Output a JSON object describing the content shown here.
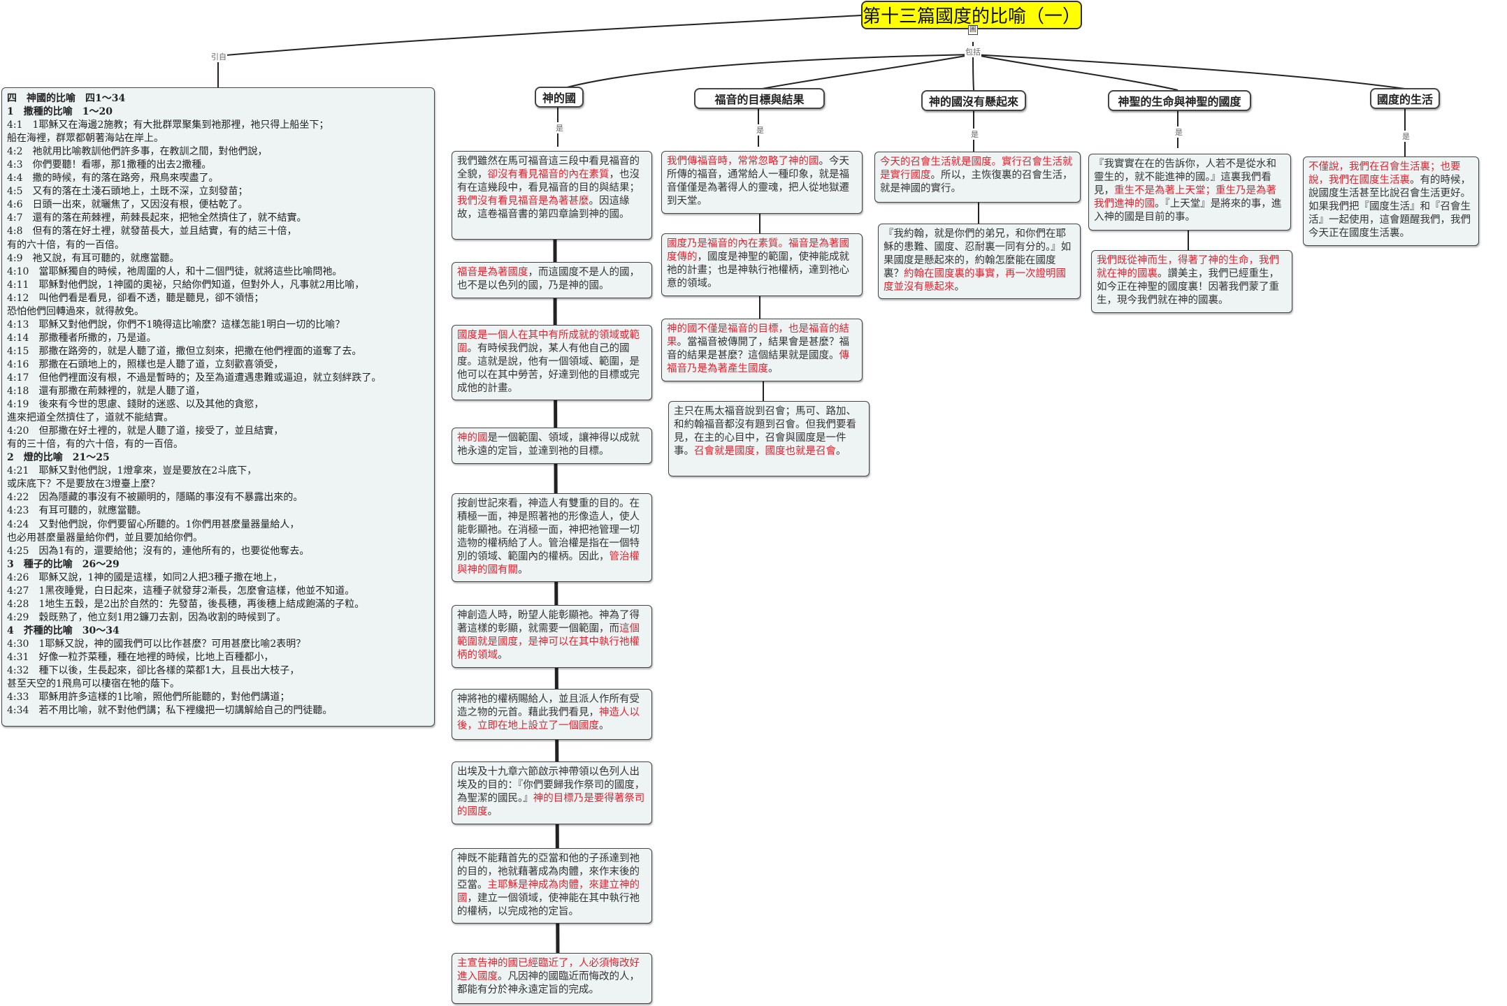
{
  "root": {
    "title": "第十三篇國度的比喻（一）",
    "expander": "圖"
  },
  "labels": {
    "cite": "引自",
    "includes": "包括",
    "is": "是"
  },
  "reference": [
    {
      "t": "四　神國的比喻　四1～34",
      "h": true
    },
    {
      "t": "1　撒種的比喻　1～20",
      "h": true
    },
    {
      "t": "4:1　1耶穌又在海邊2施教；有大批群眾聚集到祂那裡，祂只得上船坐下；"
    },
    {
      "t": "船在海裡，群眾都朝著海站在岸上。"
    },
    {
      "t": "4:2　祂就用比喻教訓他們許多事，在教訓之間，對他們說，"
    },
    {
      "t": "4:3　你們要聽！看哪，那1撒種的出去2撒種。"
    },
    {
      "t": "4:4　撒的時候，有的落在路旁，飛鳥來喫盡了。"
    },
    {
      "t": "4:5　又有的落在土淺石頭地上，土既不深，立刻發苗；"
    },
    {
      "t": "4:6　日頭一出來，就曬焦了，又因沒有根，便枯乾了。"
    },
    {
      "t": "4:7　還有的落在荊棘裡，荊棘長起來，把牠全然擠住了，就不結實。"
    },
    {
      "t": "4:8　但有的落在好土裡，就發苗長大，並且結實，有的結三十倍，"
    },
    {
      "t": "有的六十倍，有的一百倍。"
    },
    {
      "t": "4:9　祂又說，有耳可聽的，就應當聽。"
    },
    {
      "t": "4:10　當耶穌獨自的時候，祂周圍的人，和十二個門徒，就將這些比喻問祂。"
    },
    {
      "t": "4:11　耶穌對他們說，1神國的奧祕，只給你們知道，但對外人，凡事就2用比喻，"
    },
    {
      "t": "4:12　叫他們看是看見，卻看不透，聽是聽見，卻不領悟；"
    },
    {
      "t": "恐怕他們回轉過來，就得赦免。"
    },
    {
      "t": "4:13　耶穌又對他們說，你們不1曉得這比喻麼？這樣怎能1明白一切的比喻？"
    },
    {
      "t": "4:14　那撒種者所撒的，乃是道。"
    },
    {
      "t": "4:15　那撒在路旁的，就是人聽了道，撒但立刻來，把撒在他們裡面的道奪了去。"
    },
    {
      "t": "4:16　那撒在石頭地上的，照樣也是人聽了道，立刻歡喜領受，"
    },
    {
      "t": "4:17　但他們裡面沒有根，不過是暫時的；及至為道遭遇患難或逼迫，就立刻絆跌了。"
    },
    {
      "t": "4:18　還有那撒在荊棘裡的，就是人聽了道，"
    },
    {
      "t": "4:19　後來有今世的思慮、錢財的迷惑、以及其他的貪慾，"
    },
    {
      "t": "進來把道全然擠住了，道就不能結實。"
    },
    {
      "t": "4:20　但那撒在好土裡的，就是人聽了道，接受了，並且結實，"
    },
    {
      "t": "有的三十倍，有的六十倍，有的一百倍。"
    },
    {
      "t": "2　燈的比喻　21～25",
      "h": true
    },
    {
      "t": "4:21　耶穌又對他們說，1燈拿來，豈是要放在2斗底下，"
    },
    {
      "t": "或床底下？不是要放在3燈臺上麼？"
    },
    {
      "t": "4:22　因為隱藏的事沒有不被顯明的，隱瞞的事沒有不暴露出來的。"
    },
    {
      "t": "4:23　有耳可聽的，就應當聽。"
    },
    {
      "t": "4:24　又對他們說，你們要留心所聽的。1你們用甚麼量器量給人，"
    },
    {
      "t": "也必用甚麼量器量給你們，並且要加給你們。"
    },
    {
      "t": "4:25　因為1有的，還要給他；沒有的，連他所有的，也要從他奪去。"
    },
    {
      "t": "3　種子的比喻　26～29",
      "h": true
    },
    {
      "t": "4:26　耶穌又說，1神的國是這樣，如同2人把3種子撒在地上，"
    },
    {
      "t": "4:27　1黑夜睡覺，白日起來，這種子就發芽2漸長，怎麼會這樣，他並不知道。"
    },
    {
      "t": "4:28　1地生五穀，是2出於自然的：先發苗，後長穗，再後穗上結成飽滿的子粒。"
    },
    {
      "t": "4:29　穀既熟了，他立刻1用2鐮刀去割，因為收割的時候到了。"
    },
    {
      "t": "4　芥種的比喻　30～34",
      "h": true
    },
    {
      "t": "4:30　1耶穌又說，神的國我們可以比作甚麼？可用甚麼比喻2表明？"
    },
    {
      "t": "4:31　好像一粒芥菜種，種在地裡的時候，比地上百種都小，"
    },
    {
      "t": "4:32　種下以後，生長起來，卻比各樣的菜都1大，且長出大枝子，"
    },
    {
      "t": "甚至天空的1飛鳥可以棲宿在牠的蔭下。"
    },
    {
      "t": "4:33　耶穌用許多這樣的1比喻，照他們所能聽的，對他們講道；"
    },
    {
      "t": "4:34　若不用比喻，就不對他們講；私下裡纔把一切講解給自己的門徒聽。"
    }
  ],
  "topics": [
    {
      "id": "t1",
      "label": "神的國"
    },
    {
      "id": "t2",
      "label": "福音的目標與結果"
    },
    {
      "id": "t3",
      "label": "神的國沒有懸起來"
    },
    {
      "id": "t4",
      "label": "神聖的生命與神聖的國度"
    },
    {
      "id": "t5",
      "label": "國度的生活"
    }
  ],
  "notes": [
    {
      "id": "n1",
      "segs": [
        {
          "t": "我們雖然在馬可福音這三段中看見福音的全貌，"
        },
        {
          "t": "卻沒有看見福音的內在素質",
          "r": true
        },
        {
          "t": "，也沒有在這幾段中，看見福音的目的與結果；"
        },
        {
          "t": "我們沒有看見福音是為著甚麼",
          "r": true
        },
        {
          "t": "。因這緣故，這卷福音書的第四章論到神的國。"
        }
      ]
    },
    {
      "id": "n2",
      "segs": [
        {
          "t": "福音是為著國度",
          "r": true
        },
        {
          "t": "，而這國度不是人的國，也不是以色列的國，乃是神的國。"
        }
      ]
    },
    {
      "id": "n3",
      "segs": [
        {
          "t": "國度是一個人在其中有所成就的領域或範圍",
          "r": true
        },
        {
          "t": "。有時候我們說，某人有他自己的國度。這就是說，他有一個領域、範圍，是他可以在其中勞苦，好達到他的目標或完成他的計畫。"
        }
      ]
    },
    {
      "id": "n4",
      "segs": [
        {
          "t": "神的國",
          "r": true
        },
        {
          "t": "是一個範圍、領域，讓神得以成就祂永遠的定旨，並達到祂的目標。"
        }
      ]
    },
    {
      "id": "n5",
      "segs": [
        {
          "t": "按創世記來看，神造人有雙重的目的。在積極一面，神是照著祂的形像造人，使人能彰顯祂。在消極一面，神把祂管理一切造物的權柄給了人。管治權是指在一個特別的領域、範圍內的權柄。因此，"
        },
        {
          "t": "管治權與神的國有關",
          "r": true
        },
        {
          "t": "。"
        }
      ]
    },
    {
      "id": "n6",
      "segs": [
        {
          "t": "神創造人時，盼望人能彰顯祂。神為了得著這樣的彰顯，就需要一個範圍，而"
        },
        {
          "t": "這個範圍就是國度，是神可以在其中執行祂權柄的領域",
          "r": true
        },
        {
          "t": "。"
        }
      ]
    },
    {
      "id": "n7",
      "segs": [
        {
          "t": "神將祂的權柄賜給人，並且派人作所有受造之物的元首。藉此我們看見，"
        },
        {
          "t": "神造人以後，立即在地上設立了一個國度",
          "r": true
        },
        {
          "t": "。"
        }
      ]
    },
    {
      "id": "n8",
      "segs": [
        {
          "t": "出埃及十九章六節啟示神帶領以色列人出埃及的目的：『你們要歸我作祭司的國度，為聖潔的國民。』"
        },
        {
          "t": "神的目標乃是要得著祭司的國度",
          "r": true
        },
        {
          "t": "。"
        }
      ]
    },
    {
      "id": "n9",
      "segs": [
        {
          "t": "神既不能藉首先的亞當和他的子孫達到祂的目的，祂就藉著成為肉體，來作末後的亞當。"
        },
        {
          "t": "主耶穌是神成為肉體，來建立神的國",
          "r": true
        },
        {
          "t": "，建立一個領域，使神能在其中執行祂的權柄，以完成祂的定旨。"
        }
      ]
    },
    {
      "id": "n10",
      "segs": [
        {
          "t": "主宣告神的國已經臨近了，人必須悔改好進入國度",
          "r": true
        },
        {
          "t": "。凡因神的國臨近而悔改的人，都能有分於神永遠定旨的完成。"
        }
      ]
    },
    {
      "id": "n11",
      "segs": [
        {
          "t": "我們傳福音時，常常忽略了神的國",
          "r": true
        },
        {
          "t": "。今天所傳的福音，通常給人一種印象，就是福音僅僅是為著得人的靈魂，把人從地獄遷到天堂。"
        }
      ]
    },
    {
      "id": "n12",
      "segs": [
        {
          "t": "國度乃是福音的內在素質。福音是為著國度傳的",
          "r": true
        },
        {
          "t": "，國度是神聖的範圍，使神能成就祂的計畫；也是神執行祂權柄，達到祂心意的領域。"
        }
      ]
    },
    {
      "id": "n13",
      "segs": [
        {
          "t": "神的國不僅是福音的目標，也是福音的結果",
          "r": true
        },
        {
          "t": "。當福音被傳開了，結果會是甚麼？福音的結果是甚麼？這個結果就是國度。"
        },
        {
          "t": "傳福音乃是為著產生國度",
          "r": true
        },
        {
          "t": "。"
        }
      ]
    },
    {
      "id": "n14",
      "segs": [
        {
          "t": "主只在馬太福音說到召會；馬可、路加、和約翰福音都沒有題到召會。但我們要看見，在主的心目中，召會與國度是一件事。"
        },
        {
          "t": "召會就是國度，國度也就是召會",
          "r": true
        },
        {
          "t": "。"
        }
      ]
    },
    {
      "id": "n15",
      "segs": [
        {
          "t": "今天的召會生活就是國度。實行召會生活就是實行國度",
          "r": true
        },
        {
          "t": "。所以，主恢復裏的召會生活，就是神國的實行。"
        }
      ]
    },
    {
      "id": "n16",
      "segs": [
        {
          "t": "『我約翰，就是你們的弟兄，和你們在耶穌的患難、國度、忍耐裏一同有分的。』如果國度是懸起來的，約翰怎麼能在國度裏？"
        },
        {
          "t": "約翰在國度裏的事實，再一次證明國度並沒有懸起來",
          "r": true
        },
        {
          "t": "。"
        }
      ]
    },
    {
      "id": "n17",
      "segs": [
        {
          "t": "『我實實在在的告訴你，人若不是從水和靈生的，就不能進神的國。』這裏我們看見，"
        },
        {
          "t": "重生不是為著上天堂；重生乃是為著我們進神的國",
          "r": true
        },
        {
          "t": "。『上天堂』是將來的事，進入神的國是目前的事。"
        }
      ]
    },
    {
      "id": "n18",
      "segs": [
        {
          "t": "我們既從神而生，得著了神的生命，我們就在神的國裏",
          "r": true
        },
        {
          "t": "。讚美主，我們已經重生，如今正在神聖的國度裏！因著我們蒙了重生，現今我們就在神的國裏。"
        }
      ]
    },
    {
      "id": "n19",
      "segs": [
        {
          "t": "不僅說，我們在召會生活裏；也要說，我們在國度生活裏",
          "r": true
        },
        {
          "t": "。有的時候，說國度生活甚至比說召會生活更好。如果我們把『國度生活』和『召會生活』一起使用，這會題醒我們，我們今天正在國度生活裏。"
        }
      ]
    }
  ]
}
